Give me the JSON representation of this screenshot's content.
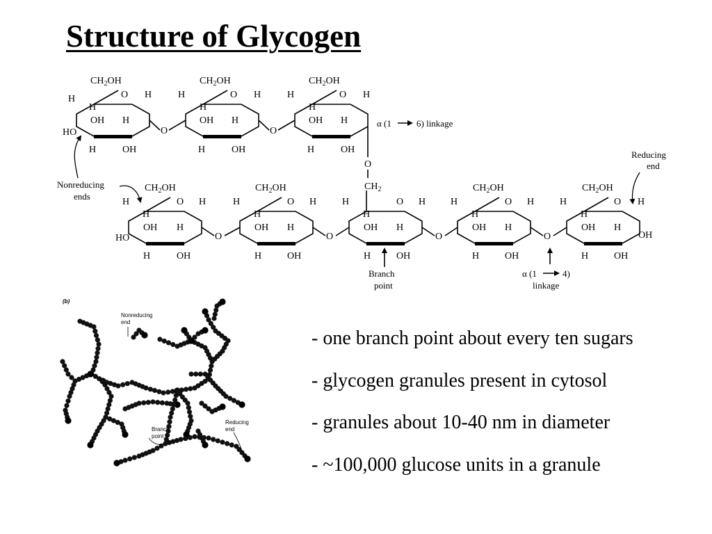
{
  "title": "Structure of Glycogen",
  "structure": {
    "atoms": {
      "ch2oh": "CH",
      "ch2oh_sub": "2",
      "ch2oh_tail": "OH",
      "ch2": "CH",
      "ch2_sub": "2",
      "ring_o": "O",
      "h": "H",
      "oh": "OH",
      "ho": "HO",
      "link_o": "O"
    },
    "labels": {
      "alpha16_pre": "α (1",
      "alpha16_post": "6) linkage",
      "alpha14_pre": "α (1",
      "alpha14_post": "4)",
      "alpha14_line2": "linkage",
      "nonreducing_line1": "Nonreducing",
      "nonreducing_line2": "ends",
      "reducing_line1": "Reducing",
      "reducing_line2": "end",
      "branch_line1": "Branch",
      "branch_line2": "point"
    }
  },
  "granule_panel": {
    "panel_label": "(b)",
    "nonreducing_line1": "Nonreducing",
    "nonreducing_line2": "end",
    "branch_line1": "Branch",
    "branch_line2": "point",
    "reducing_line1": "Reducing",
    "reducing_line2": "end"
  },
  "bullets": [
    "- one branch point about every ten sugars",
    "- glycogen granules present in cytosol",
    "- granules about 10-40 nm in diameter",
    "- ~100,000 glucose units in a granule"
  ]
}
